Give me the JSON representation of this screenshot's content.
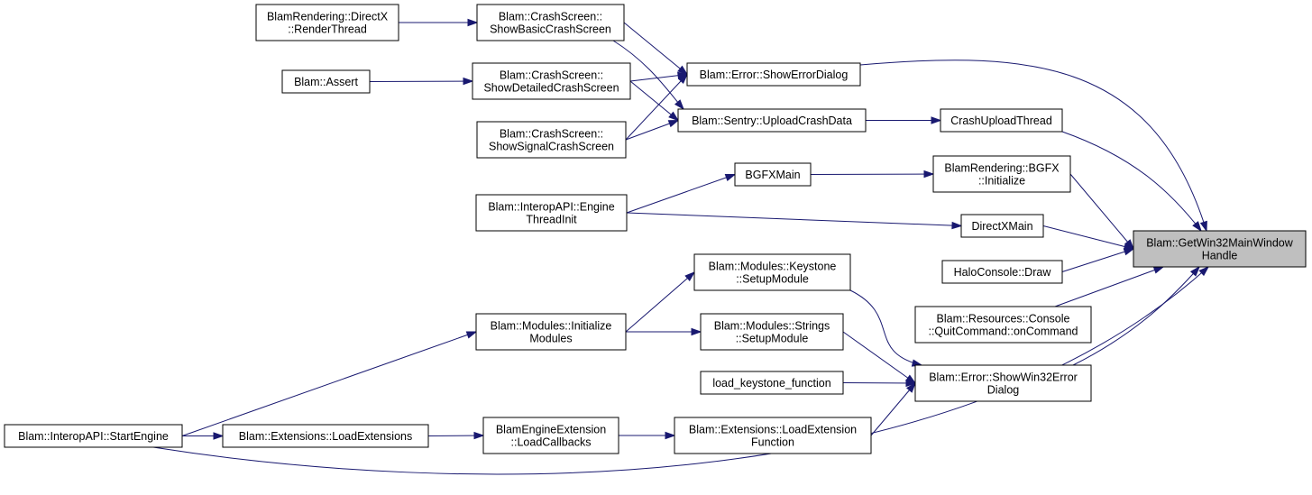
{
  "nodes": {
    "target": {
      "lines": [
        "Blam::GetWin32MainWindow",
        "Handle"
      ]
    },
    "directx_renderthread": {
      "lines": [
        "BlamRendering::DirectX",
        "::RenderThread"
      ]
    },
    "show_basic_crash": {
      "lines": [
        "Blam::CrashScreen::",
        "ShowBasicCrashScreen"
      ]
    },
    "assert": {
      "lines": [
        "Blam::Assert"
      ]
    },
    "show_detailed_crash": {
      "lines": [
        "Blam::CrashScreen::",
        "ShowDetailedCrashScreen"
      ]
    },
    "show_signal_crash": {
      "lines": [
        "Blam::CrashScreen::",
        "ShowSignalCrashScreen"
      ]
    },
    "show_error_dialog": {
      "lines": [
        "Blam::Error::ShowErrorDialog"
      ]
    },
    "upload_crash_data": {
      "lines": [
        "Blam::Sentry::UploadCrashData"
      ]
    },
    "crash_upload_thread": {
      "lines": [
        "CrashUploadThread"
      ]
    },
    "bgfx_main": {
      "lines": [
        "BGFXMain"
      ]
    },
    "bgfx_initialize": {
      "lines": [
        "BlamRendering::BGFX",
        "::Initialize"
      ]
    },
    "engine_thread_init": {
      "lines": [
        "Blam::InteropAPI::Engine",
        "ThreadInit"
      ]
    },
    "directx_main": {
      "lines": [
        "DirectXMain"
      ]
    },
    "halo_console_draw": {
      "lines": [
        "HaloConsole::Draw"
      ]
    },
    "keystone_setup": {
      "lines": [
        "Blam::Modules::Keystone",
        "::SetupModule"
      ]
    },
    "quit_command": {
      "lines": [
        "Blam::Resources::Console",
        "::QuitCommand::onCommand"
      ]
    },
    "modules_initialize": {
      "lines": [
        "Blam::Modules::Initialize",
        "Modules"
      ]
    },
    "strings_setup": {
      "lines": [
        "Blam::Modules::Strings",
        "::SetupModule"
      ]
    },
    "load_keystone_function": {
      "lines": [
        "load_keystone_function"
      ]
    },
    "show_win32_error": {
      "lines": [
        "Blam::Error::ShowWin32Error",
        "Dialog"
      ]
    },
    "start_engine": {
      "lines": [
        "Blam::InteropAPI::StartEngine"
      ]
    },
    "load_extensions": {
      "lines": [
        "Blam::Extensions::LoadExtensions"
      ]
    },
    "load_callbacks": {
      "lines": [
        "BlamEngineExtension",
        "::LoadCallbacks"
      ]
    },
    "load_extension_function": {
      "lines": [
        "Blam::Extensions::LoadExtension",
        "Function"
      ]
    }
  },
  "edges": [
    [
      "directx_renderthread",
      "show_basic_crash"
    ],
    [
      "show_basic_crash",
      "show_error_dialog"
    ],
    [
      "show_basic_crash",
      "upload_crash_data"
    ],
    [
      "assert",
      "show_detailed_crash"
    ],
    [
      "show_detailed_crash",
      "show_error_dialog"
    ],
    [
      "show_detailed_crash",
      "upload_crash_data"
    ],
    [
      "show_signal_crash",
      "show_error_dialog"
    ],
    [
      "show_signal_crash",
      "upload_crash_data"
    ],
    [
      "show_error_dialog",
      "target"
    ],
    [
      "upload_crash_data",
      "crash_upload_thread"
    ],
    [
      "crash_upload_thread",
      "target"
    ],
    [
      "engine_thread_init",
      "bgfx_main"
    ],
    [
      "bgfx_main",
      "bgfx_initialize"
    ],
    [
      "bgfx_initialize",
      "target"
    ],
    [
      "engine_thread_init",
      "directx_main"
    ],
    [
      "directx_main",
      "target"
    ],
    [
      "halo_console_draw",
      "target"
    ],
    [
      "quit_command",
      "target"
    ],
    [
      "modules_initialize",
      "keystone_setup"
    ],
    [
      "modules_initialize",
      "strings_setup"
    ],
    [
      "keystone_setup",
      "show_win32_error"
    ],
    [
      "strings_setup",
      "show_win32_error"
    ],
    [
      "load_keystone_function",
      "show_win32_error"
    ],
    [
      "show_win32_error",
      "target"
    ],
    [
      "start_engine",
      "modules_initialize"
    ],
    [
      "start_engine",
      "load_extensions"
    ],
    [
      "load_extensions",
      "load_callbacks"
    ],
    [
      "load_callbacks",
      "load_extension_function"
    ],
    [
      "load_extension_function",
      "show_win32_error"
    ],
    [
      "start_engine",
      "target"
    ]
  ],
  "colors": {
    "edge": "#191970",
    "focus_fill": "#bfbfbf",
    "node_border": "#000000"
  }
}
